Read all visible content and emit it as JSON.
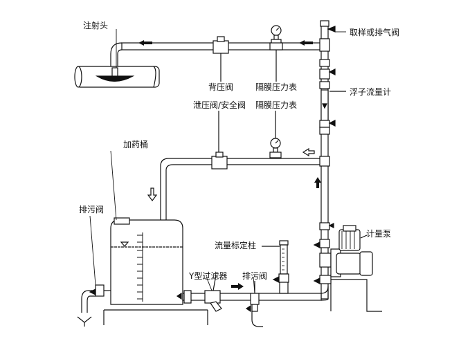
{
  "labels": {
    "injector": "注射头",
    "back_pressure_valve": "背压阀",
    "diaphragm_gauge_top": "隔膜压力表",
    "sampling_vent_valve": "取样或排气阀",
    "float_flowmeter": "浮子流量计",
    "relief_safety_valve": "泄压阀/安全阀",
    "diaphragm_gauge_mid": "隔膜压力表",
    "dosing_tank": "加药桶",
    "drain_valve_left": "排污阀",
    "calibration_column": "流量标定柱",
    "metering_pump": "计量泵",
    "y_strainer": "Y型过滤器",
    "drain_valve_bottom": "排污阀"
  },
  "colors": {
    "line": "#111111",
    "fill": "#ffffff",
    "dark": "#1a1a1a"
  }
}
